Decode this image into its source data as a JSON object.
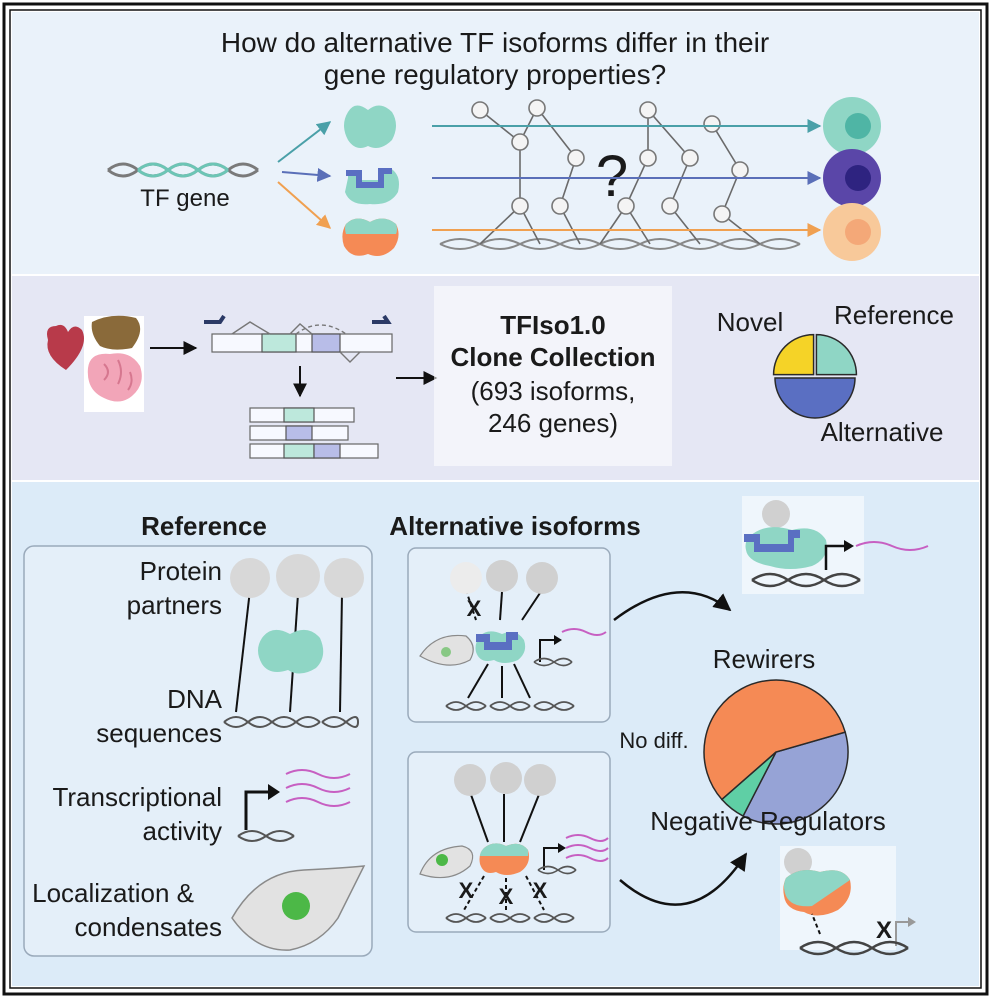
{
  "question": {
    "line1": "How do alternative TF isoforms differ in their",
    "line2": "gene regulatory properties?",
    "tf_gene": "TF gene",
    "question_mark": "?"
  },
  "collection": {
    "title1": "TFIso1.0",
    "title2": "Clone Collection",
    "count1": "(693 isoforms,",
    "count2": "246 genes)",
    "legend_reference": "Reference",
    "legend_novel": "Novel",
    "legend_alternative": "Alternative"
  },
  "properties": {
    "reference_header": "Reference",
    "alternative_header": "Alternative isoforms",
    "protein_partners_1": "Protein",
    "protein_partners_2": "partners",
    "dna_1": "DNA",
    "dna_2": "sequences",
    "transcription_1": "Transcriptional",
    "transcription_2": "activity",
    "localization_1": "Localization &",
    "localization_2": "condensates",
    "x_mark": "X"
  },
  "outcomes": {
    "rewirers": "Rewirers",
    "no_diff": "No diff.",
    "negative_regulators": "Negative Regulators",
    "x_mark": "X"
  },
  "colors": {
    "teal": "#8fd6c5",
    "blue": "#5a6fc2",
    "orange": "#f5875a",
    "yellow": "#f5d327",
    "rewirers": "#96a3d6",
    "nodiff": "#5fcfa5",
    "negative": "#f58a55"
  },
  "chart_data": [
    {
      "type": "pie",
      "categories": [
        "Reference",
        "Alternative",
        "Novel"
      ],
      "values": [
        25,
        50,
        25
      ]
    },
    {
      "type": "pie",
      "categories": [
        "Rewirers",
        "No diff.",
        "Negative Regulators"
      ],
      "values": [
        37,
        6,
        57
      ]
    }
  ]
}
